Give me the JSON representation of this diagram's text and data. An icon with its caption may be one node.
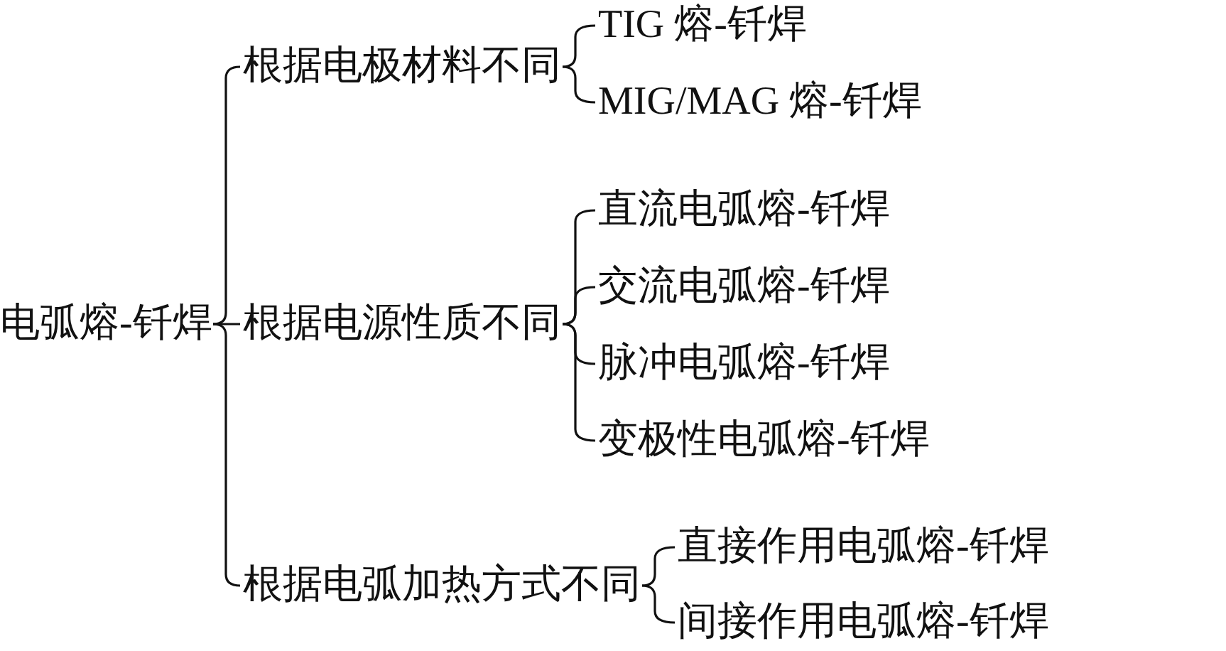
{
  "diagram": {
    "nodes": [
      {
        "text": [
          "电弧熔-钎焊"
        ]
      },
      {
        "text": [
          "根据电极材料不同"
        ]
      },
      {
        "text": [
          "TIG 熔-钎焊"
        ]
      },
      {
        "text": [
          "MIG/MAG 熔-钎焊"
        ]
      },
      {
        "text": [
          "根据电源性质不同"
        ]
      },
      {
        "text": [
          "直流电弧熔-钎焊"
        ]
      },
      {
        "text": [
          "交流电弧熔-钎焊"
        ]
      },
      {
        "text": [
          "脉冲电弧熔-钎焊"
        ]
      },
      {
        "text": [
          "变极性电弧熔-钎焊"
        ]
      },
      {
        "text": [
          "根据电弧加热方式不同"
        ]
      },
      {
        "text": [
          "直接作用电弧熔-钎焊"
        ]
      },
      {
        "text": [
          "间接作用电弧熔-钎焊"
        ]
      }
    ],
    "edges": [
      {
        "from": 0,
        "to": 1,
        "arrow": "none"
      },
      {
        "from": 0,
        "to": 4,
        "arrow": "none"
      },
      {
        "from": 0,
        "to": 9,
        "arrow": "none"
      },
      {
        "from": 1,
        "to": 2,
        "arrow": "none"
      },
      {
        "from": 1,
        "to": 3,
        "arrow": "none"
      },
      {
        "from": 4,
        "to": 5,
        "arrow": "none"
      },
      {
        "from": 4,
        "to": 6,
        "arrow": "none"
      },
      {
        "from": 4,
        "to": 7,
        "arrow": "none"
      },
      {
        "from": 4,
        "to": 8,
        "arrow": "none"
      },
      {
        "from": 9,
        "to": 10,
        "arrow": "none"
      },
      {
        "from": 9,
        "to": 11,
        "arrow": "none"
      }
    ]
  }
}
